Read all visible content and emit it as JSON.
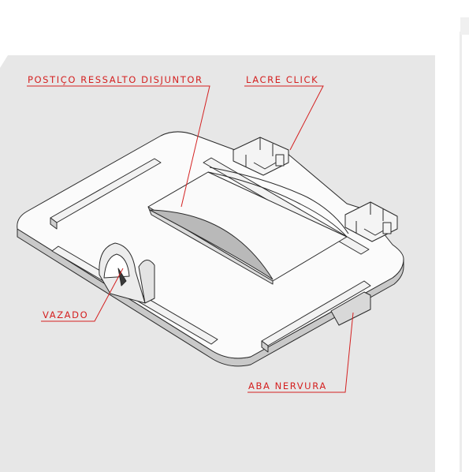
{
  "colors": {
    "viewport_bg": "#e7e7e7",
    "part_face": "#fbfbfb",
    "part_edge": "#2a2a2a",
    "part_shade": "#b9b9b9",
    "callout": "#d42020"
  },
  "callouts": {
    "ressalto": "POSTIÇO RESSALTO DISJUNTOR",
    "lacre": "LACRE CLICK",
    "vazado": "VAZADO",
    "aba": "ABA NERVURA"
  }
}
